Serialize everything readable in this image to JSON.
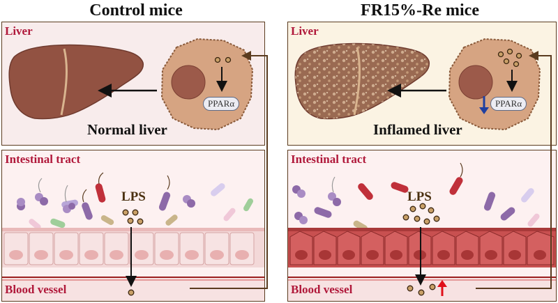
{
  "panels": {
    "left": {
      "title": "Control mice",
      "liver_label": "Liver",
      "liver_caption": "Normal liver",
      "gene": "PPARα",
      "gut_label": "Intestinal tract",
      "lps_label": "LPS",
      "vessel_label": "Blood vessel"
    },
    "right": {
      "title": "FR15%-Re mice",
      "liver_label": "Liver",
      "liver_caption": "Inflamed liver",
      "gene": "PPARα",
      "gut_label": "Intestinal tract",
      "lps_label": "LPS",
      "vessel_label": "Blood vessel"
    }
  },
  "colors": {
    "label_red": "#b0183a",
    "liver_bg_left": "#f8ecec",
    "liver_bg_right": "#fbf3e3",
    "gut_bg": "#fdf1f1",
    "down_arrow": "#1f3fa0",
    "up_arrow": "#e0101a"
  }
}
